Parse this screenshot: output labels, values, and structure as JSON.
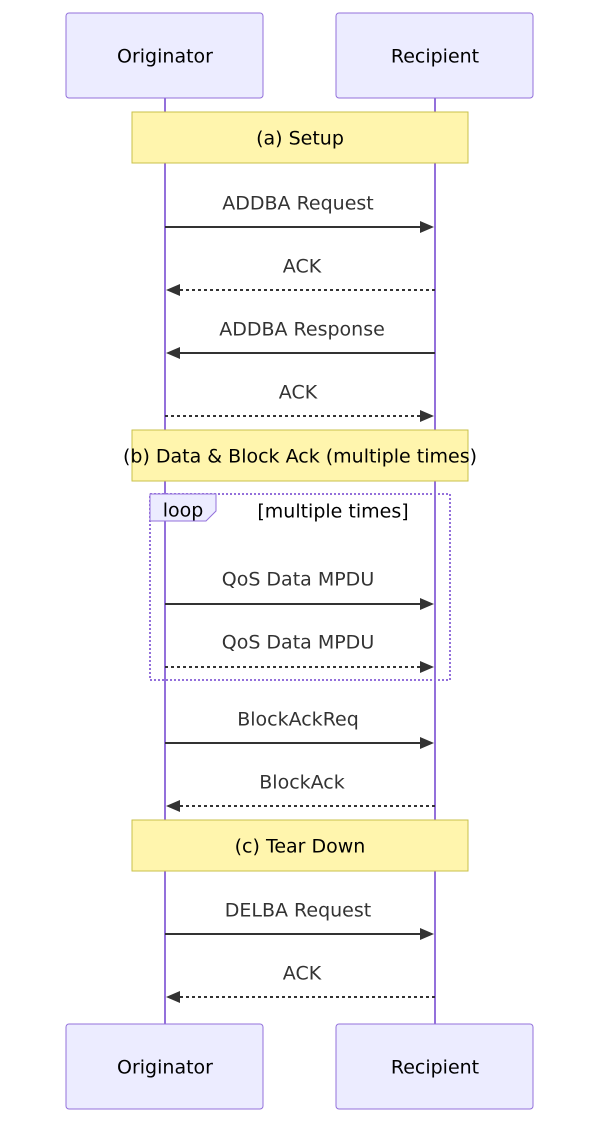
{
  "participants": {
    "originator": "Originator",
    "recipient": "Recipient"
  },
  "notes": {
    "setup": "(a) Setup",
    "data": "(b) Data & Block Ack (multiple times)",
    "teardown": "(c) Tear Down"
  },
  "loop": {
    "keyword": "loop",
    "condition": "[multiple times]"
  },
  "messages": [
    {
      "label": "ADDBA Request",
      "from": "originator",
      "to": "recipient",
      "style": "solid"
    },
    {
      "label": "ACK",
      "from": "recipient",
      "to": "originator",
      "style": "dashed"
    },
    {
      "label": "ADDBA Response",
      "from": "recipient",
      "to": "originator",
      "style": "solid"
    },
    {
      "label": "ACK",
      "from": "originator",
      "to": "recipient",
      "style": "dashed"
    },
    {
      "label": "QoS Data MPDU",
      "from": "originator",
      "to": "recipient",
      "style": "solid"
    },
    {
      "label": "QoS Data MPDU",
      "from": "originator",
      "to": "recipient",
      "style": "dashed"
    },
    {
      "label": "BlockAckReq",
      "from": "originator",
      "to": "recipient",
      "style": "solid"
    },
    {
      "label": "BlockAck",
      "from": "recipient",
      "to": "originator",
      "style": "dashed"
    },
    {
      "label": "DELBA Request",
      "from": "originator",
      "to": "recipient",
      "style": "solid"
    },
    {
      "label": "ACK",
      "from": "recipient",
      "to": "originator",
      "style": "dashed"
    }
  ],
  "colors": {
    "actor_fill": "#ececff",
    "actor_stroke": "#9370db",
    "note_fill": "#fff5ad",
    "note_stroke": "#c9c14a",
    "line": "#333333"
  }
}
